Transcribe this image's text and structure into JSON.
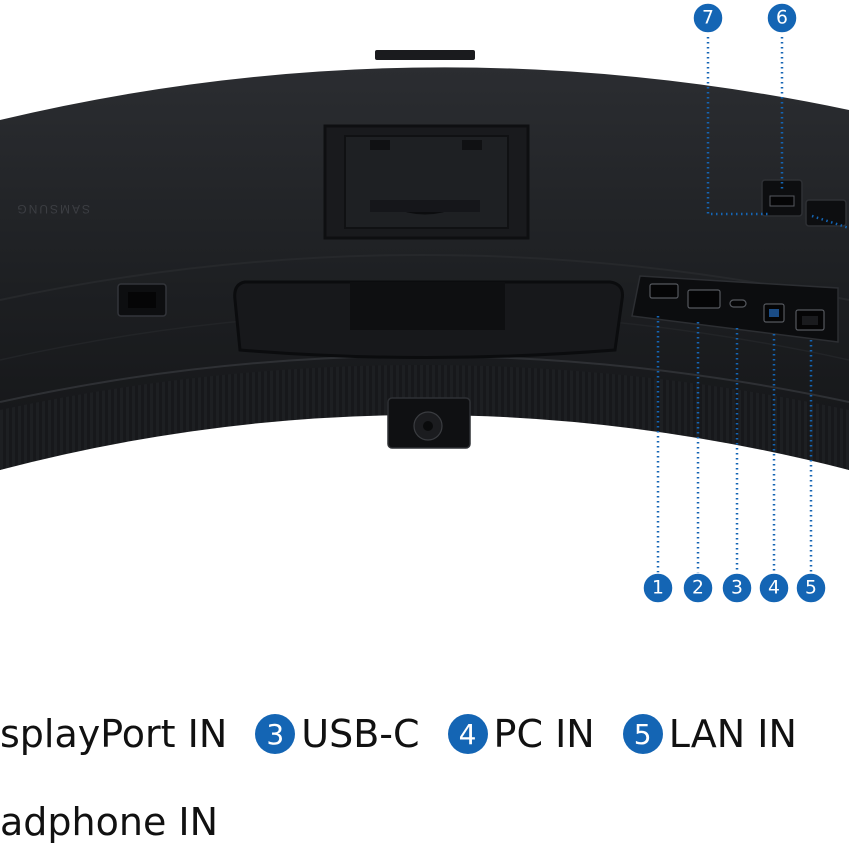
{
  "colors": {
    "accent": "#1465b4",
    "body": "#1e2023",
    "body_dark": "#141517",
    "port_panel": "#0c0d0f"
  },
  "device": {
    "brand_text": "SAMSUNG",
    "icons": [
      "power-socket-icon",
      "hdmi-port-icon",
      "displayport-icon",
      "usb-c-port-icon",
      "usb-b-port-icon",
      "lan-port-icon",
      "usb-a-port-icon",
      "joystick-icon"
    ]
  },
  "callouts": {
    "top": [
      {
        "num": "7"
      },
      {
        "num": "6"
      }
    ],
    "bottom": [
      {
        "num": "1"
      },
      {
        "num": "2"
      },
      {
        "num": "3"
      },
      {
        "num": "4"
      },
      {
        "num": "5"
      }
    ]
  },
  "legend": {
    "row1": [
      {
        "num": "",
        "label": "splayPort IN"
      },
      {
        "num": "3",
        "label": "USB-C"
      },
      {
        "num": "4",
        "label": "PC IN"
      },
      {
        "num": "5",
        "label": "LAN IN"
      }
    ],
    "row2": [
      {
        "num": "",
        "label": "adphone IN"
      }
    ]
  }
}
